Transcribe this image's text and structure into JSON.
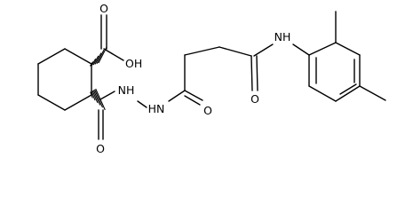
{
  "atom_labels": {
    "carboxyl_oxygen": "O",
    "hydroxyl": "OH",
    "hydrazide_carbonyl_oxygen": "O",
    "hydrazide_nh_1": "NH",
    "hydrazide_nh_2": "HN",
    "butanoyl_carbonyl_oxygen_1": "O",
    "butanoyl_carbonyl_oxygen_2": "O",
    "anilide_nh": "NH"
  },
  "colors": {
    "bond": "#000000",
    "label": "#000000",
    "background": "#ffffff"
  }
}
